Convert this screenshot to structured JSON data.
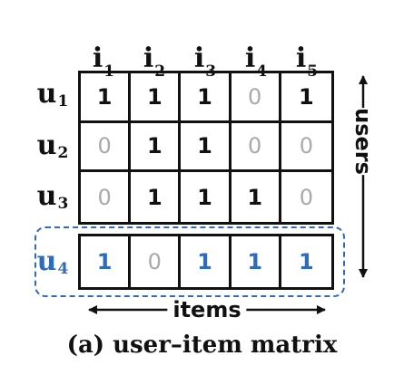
{
  "columns": [
    {
      "base": "i",
      "sub": "1"
    },
    {
      "base": "i",
      "sub": "2"
    },
    {
      "base": "i",
      "sub": "3"
    },
    {
      "base": "i",
      "sub": "4"
    },
    {
      "base": "i",
      "sub": "5"
    }
  ],
  "rows": [
    {
      "base": "u",
      "sub": "1",
      "values": [
        "1",
        "1",
        "1",
        "0",
        "1"
      ]
    },
    {
      "base": "u",
      "sub": "2",
      "values": [
        "0",
        "1",
        "1",
        "0",
        "0"
      ]
    },
    {
      "base": "u",
      "sub": "3",
      "values": [
        "0",
        "1",
        "1",
        "1",
        "0"
      ]
    },
    {
      "base": "u",
      "sub": "4",
      "values": [
        "1",
        "0",
        "1",
        "1",
        "1"
      ],
      "highlighted": true
    }
  ],
  "axis": {
    "users_label": "users",
    "items_label": "items"
  },
  "caption": "(a) user–item matrix",
  "colors": {
    "highlight": "#2f6bbd",
    "zero": "#a9a9a9",
    "text": "#111111"
  }
}
